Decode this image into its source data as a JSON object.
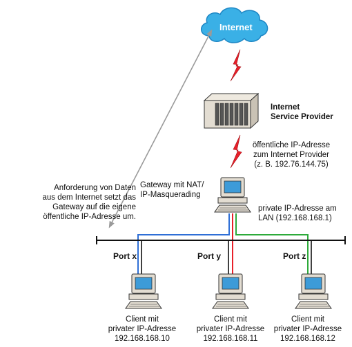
{
  "internet": {
    "label": "Internet"
  },
  "isp": {
    "line1": "Internet",
    "line2": "Service Provider"
  },
  "public_ip": {
    "line1": "öffentliche IP-Adresse",
    "line2": "zum Internet Provider",
    "line3": "(z. B. 192.76.144.75)"
  },
  "gateway": {
    "line1": "Gateway mit NAT/",
    "line2": "IP-Masquerading"
  },
  "request": {
    "line1": "Anforderung von Daten",
    "line2": "aus dem Internet setzt das",
    "line3": "Gateway auf die eigene",
    "line4": "öffentliche IP-Adresse um."
  },
  "lan_ip": {
    "line1": "private IP-Adresse am",
    "line2": "LAN (192.168.168.1)"
  },
  "ports": [
    {
      "label": "Port x"
    },
    {
      "label": "Port y"
    },
    {
      "label": "Port z"
    }
  ],
  "clients": [
    {
      "line1": "Client mit",
      "line2": "privater IP-Adresse",
      "line3": "192.168.168.10"
    },
    {
      "line1": "Client mit",
      "line2": "privater IP-Adresse",
      "line3": "192.168.168.11"
    },
    {
      "line1": "Client mit",
      "line2": "privater IP-Adresse",
      "line3": "192.168.168.12"
    }
  ],
  "colors": {
    "cloud": "#3ab0e6",
    "cloud_stroke": "#1d86c4",
    "lightning": "#e8202a",
    "cable_blue": "#2f6fd6",
    "cable_red": "#e8202a",
    "cable_green": "#2daa3a",
    "arrow": "#9a9a9a",
    "screen": "#3d9bd8",
    "device": "#e3ddd2"
  }
}
